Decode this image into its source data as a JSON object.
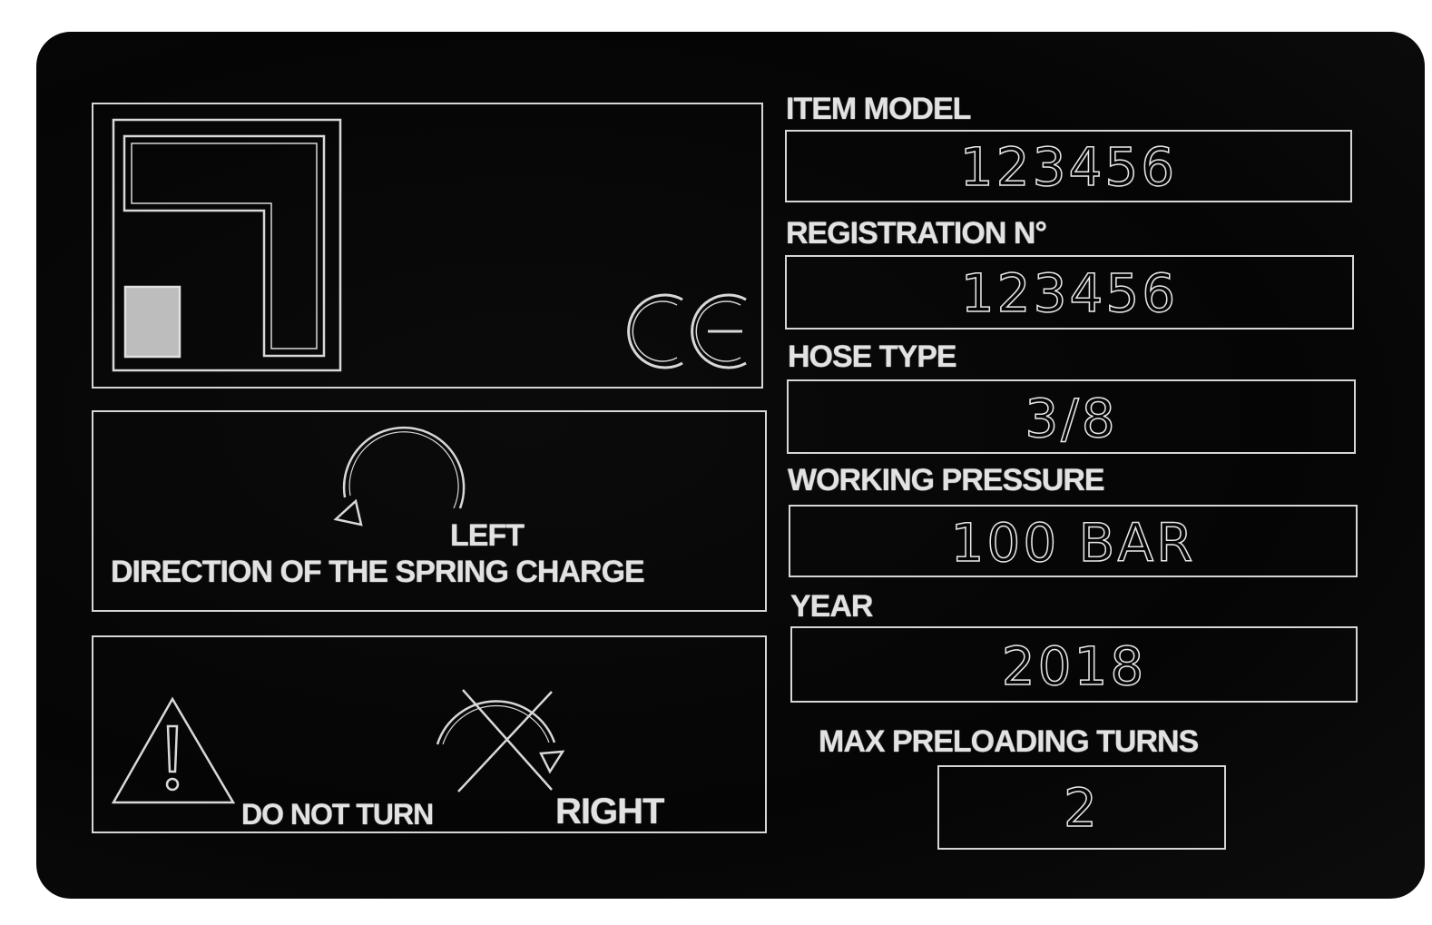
{
  "plate": {
    "fields": [
      {
        "key": "item_model",
        "label": "ITEM MODEL",
        "value": "123456"
      },
      {
        "key": "registration",
        "label": "REGISTRATION N°",
        "value": "123456"
      },
      {
        "key": "hose_type",
        "label": "HOSE TYPE",
        "value": "3/8"
      },
      {
        "key": "working_pressure",
        "label": "WORKING PRESSURE",
        "value": "100 BAR"
      },
      {
        "key": "year",
        "label": "YEAR",
        "value": "2018"
      }
    ],
    "max_turns": {
      "label": "MAX PRELOADING TURNS",
      "value": "2"
    },
    "spring_panel": {
      "direction_word": "LEFT",
      "caption": "DIRECTION OF THE SPRING CHARGE"
    },
    "warning_panel": {
      "do_not_turn": "DO NOT TURN",
      "direction_word": "RIGHT"
    },
    "marks": {
      "logo": "ce-mark",
      "brand_logo": "brand-square-logo",
      "warning_icon": "warning-triangle-icon"
    },
    "colors": {
      "plate": "#050505",
      "engraving": "#d8d8d8",
      "logo_fill": "#bdbdbd"
    }
  }
}
